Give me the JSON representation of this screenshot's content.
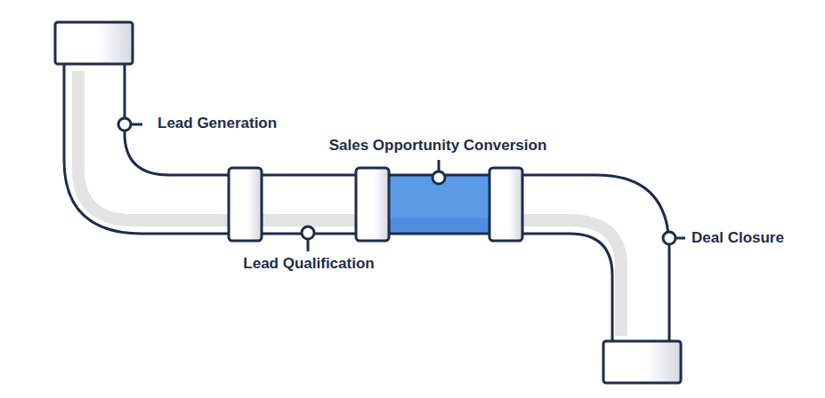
{
  "diagram": {
    "labels": [
      "Lead Generation",
      "Sales Opportunity Conversion",
      "Lead Qualification",
      "Deal Closure"
    ]
  }
}
